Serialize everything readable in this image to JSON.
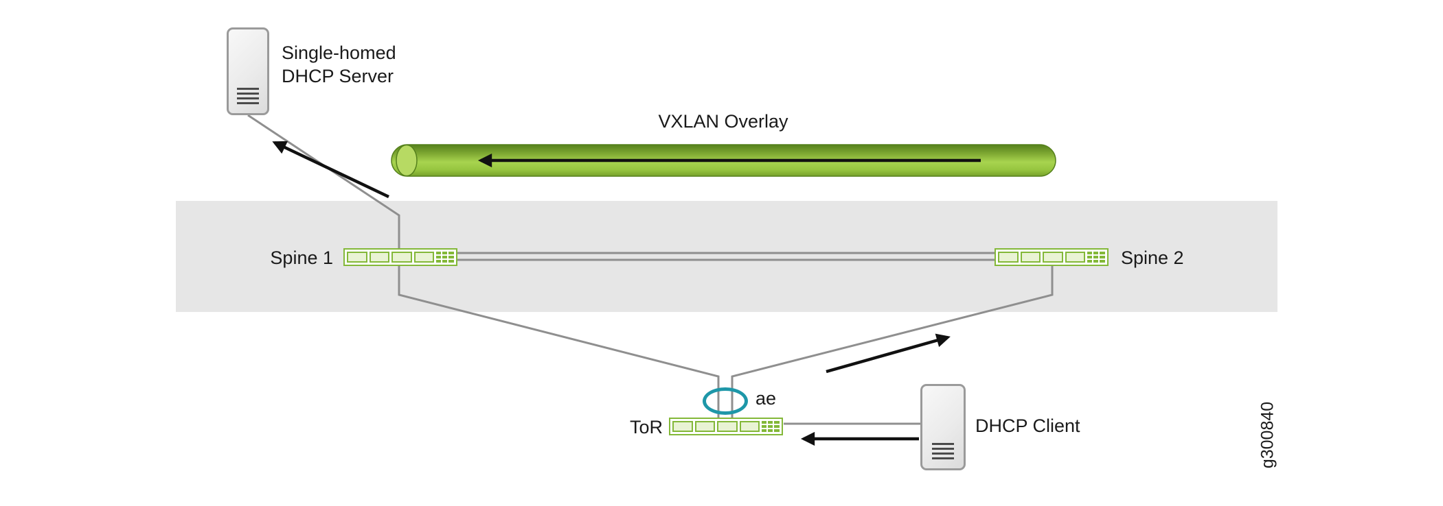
{
  "labels": {
    "dhcp_server_line1": "Single-homed",
    "dhcp_server_line2": "DHCP Server",
    "vxlan_overlay": "VXLAN Overlay",
    "spine1": "Spine 1",
    "spine2": "Spine 2",
    "ae": "ae",
    "tor": "ToR",
    "dhcp_client": "DHCP Client",
    "figure_id": "g300840"
  },
  "palette": {
    "switch_green": "#83b838",
    "cylinder_dark": "#55801c",
    "cylinder_mid": "#8fc03c",
    "cylinder_light": "#b7da63",
    "teal": "#1e97a8",
    "band_gray": "#e6e6e6",
    "line_gray": "#8f8f8f",
    "arrow_black": "#111111",
    "text": "#1a1a1a"
  }
}
